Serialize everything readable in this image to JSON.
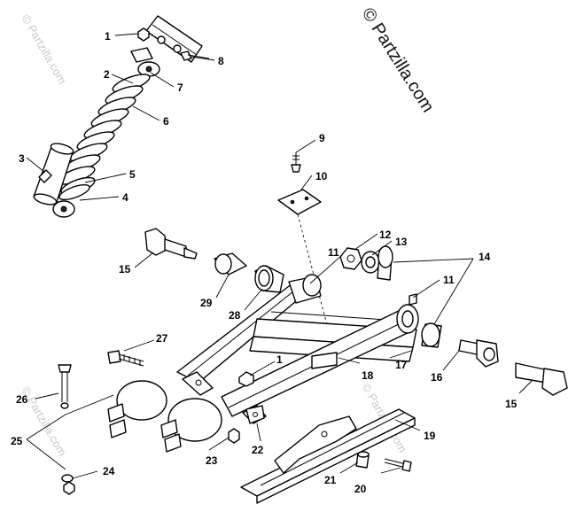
{
  "watermark": {
    "brand": "© Partzilla.com",
    "faint": "© Partzilla.com"
  },
  "callouts": [
    "1",
    "2",
    "3",
    "4",
    "5",
    "6",
    "7",
    "8",
    "9",
    "10",
    "11",
    "12",
    "13",
    "14",
    "15",
    "16",
    "17",
    "18",
    "19",
    "20",
    "21",
    "22",
    "23",
    "24",
    "25",
    "26",
    "27",
    "28",
    "29"
  ]
}
